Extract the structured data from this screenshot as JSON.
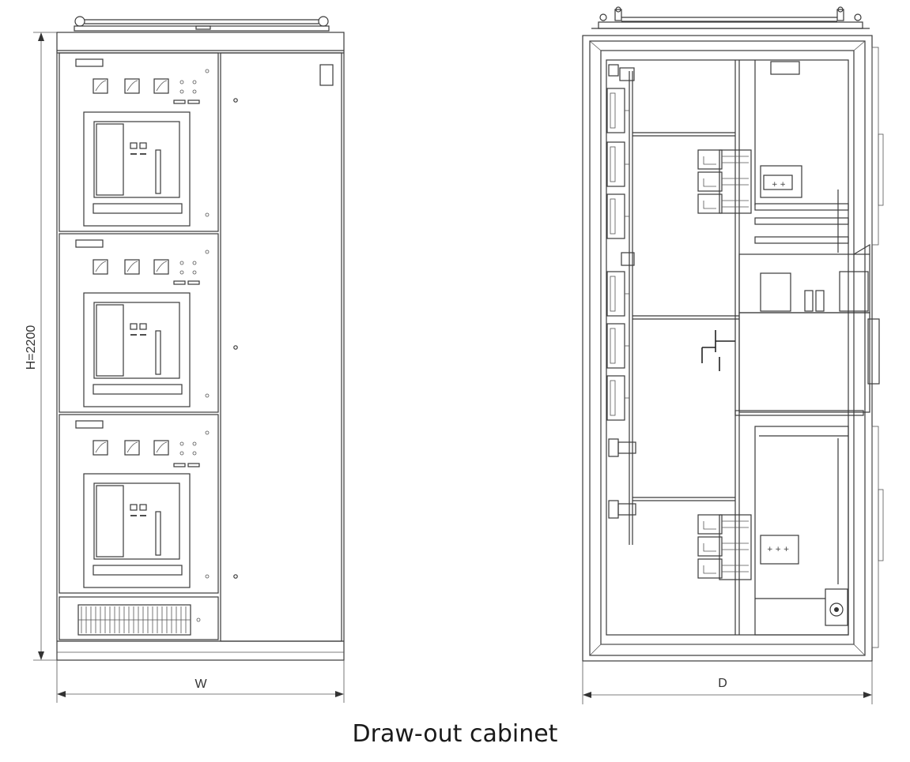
{
  "caption": "Draw-out cabinet",
  "dimensions": {
    "height": "H=2200",
    "width": "W",
    "depth": "D"
  },
  "views": {
    "front": {
      "drawer_count": 3,
      "has_vent_panel": true
    },
    "side": {
      "busbar_clusters": 2
    }
  }
}
